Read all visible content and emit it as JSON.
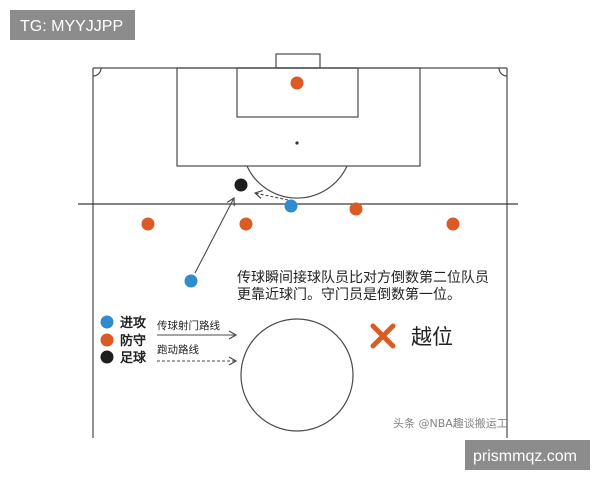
{
  "tag_label": "TG: MYYJJPP",
  "site_label": "prismmqz.com",
  "caption": {
    "line1": "传球瞬间接球队员比对方倒数第二位队员",
    "line2": "更靠近球门。守门员是倒数第一位。"
  },
  "legend": {
    "attack": "进攻",
    "defend": "防守",
    "ball": "足球",
    "pass_route": "传球射门路线",
    "run_route": "跑动路线"
  },
  "offside": {
    "icon": "cross-icon",
    "label": "越位"
  },
  "watermark": "头条 @NBA趣谈搬运工",
  "colors": {
    "attack": "#2f8ccf",
    "defend": "#dc5a24",
    "ball": "#1e1e1e",
    "field_line": "#4a4a4a",
    "badge_background": "#8c8c8c"
  }
}
